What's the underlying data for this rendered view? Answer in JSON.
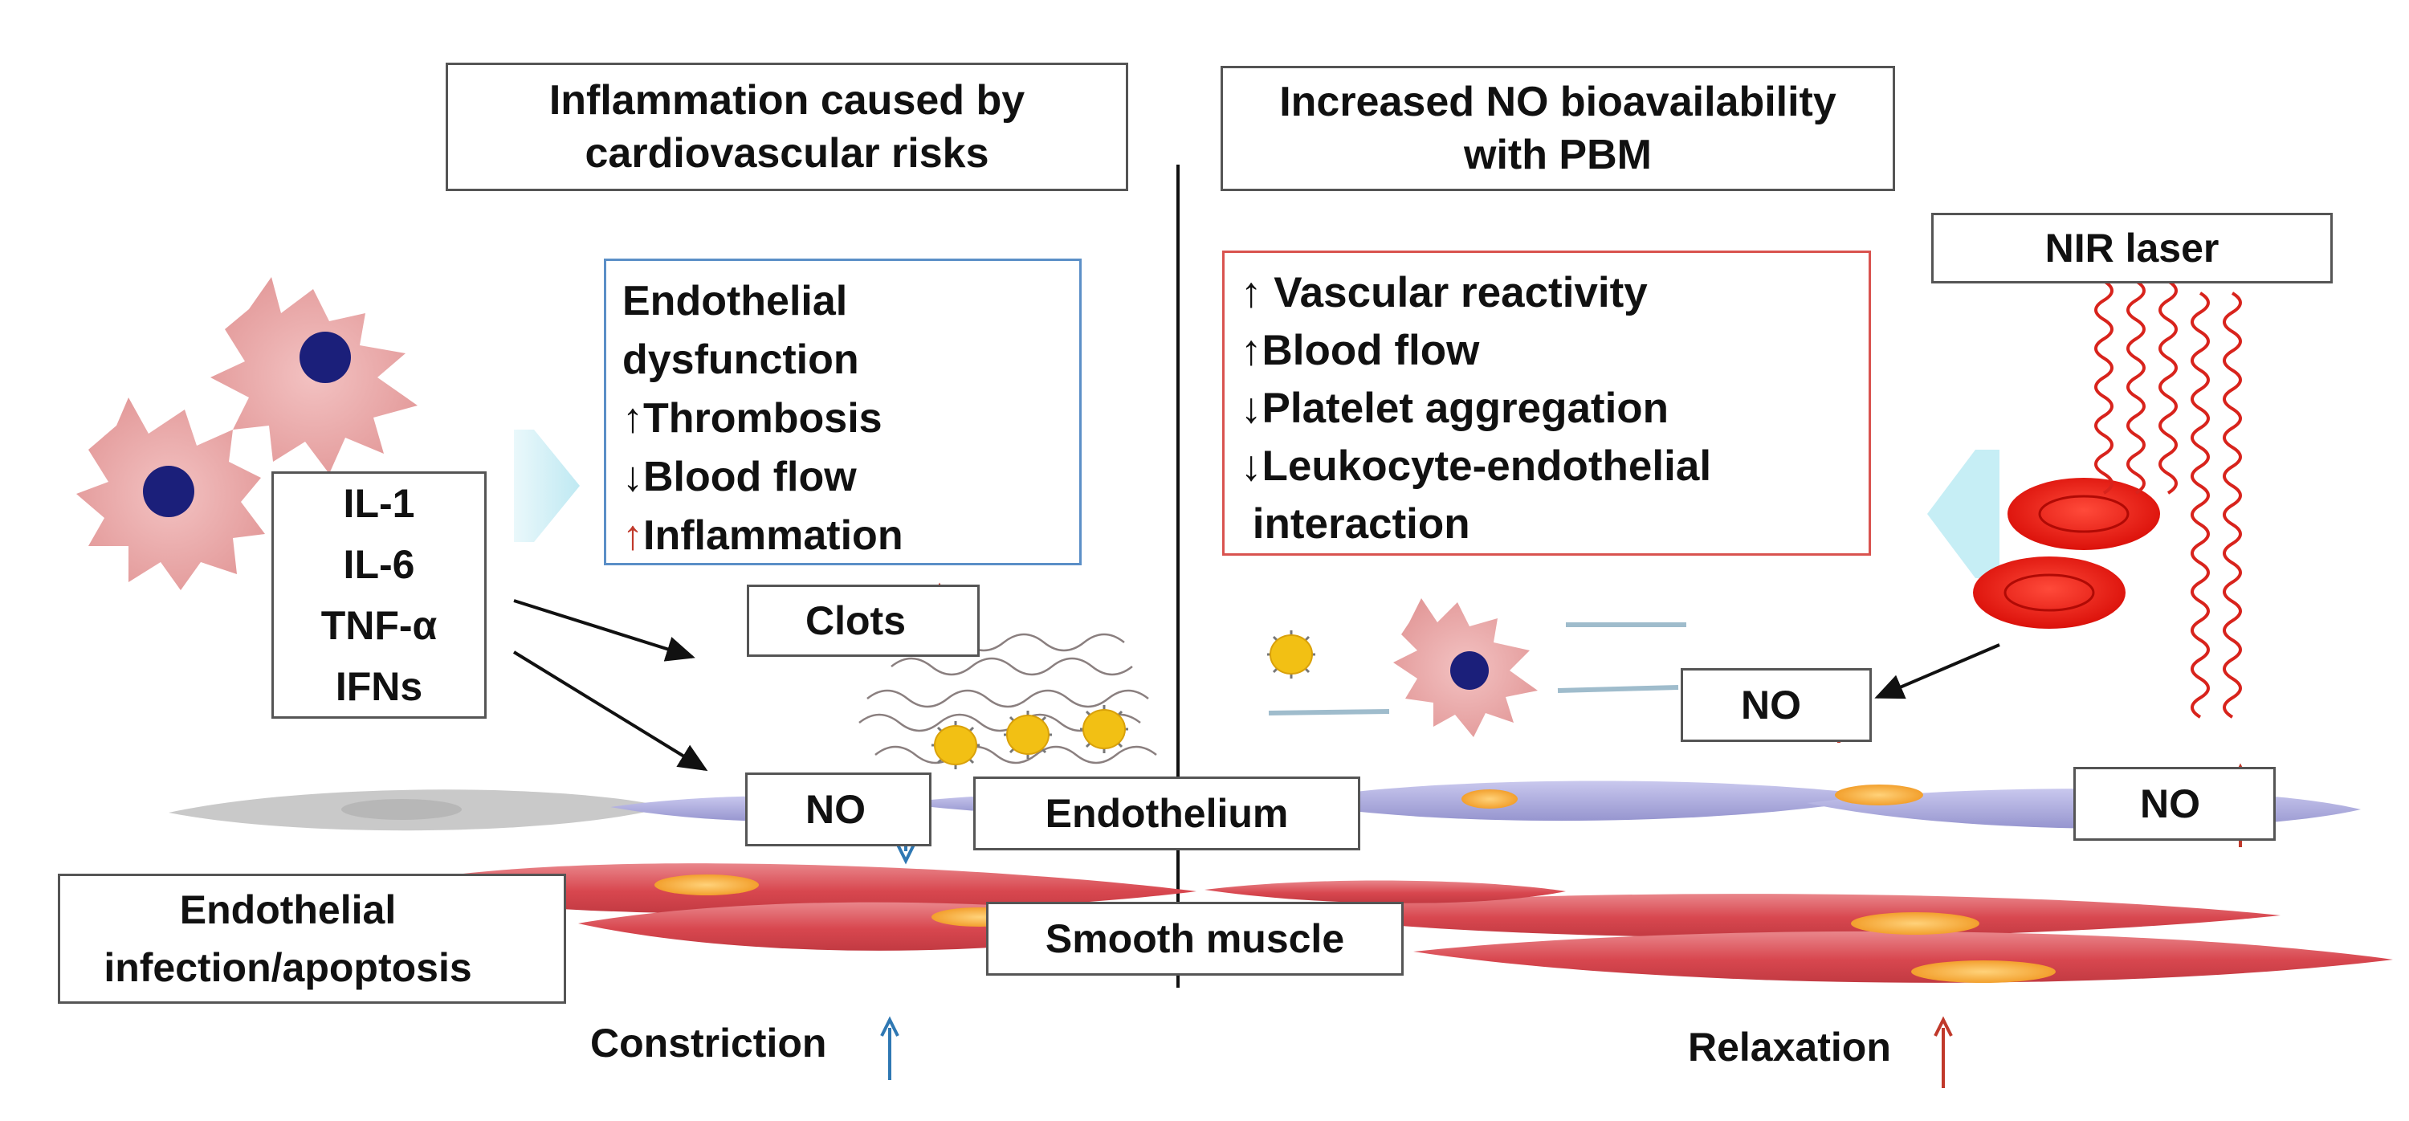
{
  "left_title": [
    "Inflammation caused by",
    "cardiovascular risks"
  ],
  "right_title": [
    "Increased NO bioavailability",
    "with PBM"
  ],
  "cytokines": [
    "IL-1",
    "IL-6",
    "TNF-α",
    "IFNs"
  ],
  "dysfunction_list": [
    {
      "arrow": "",
      "text": "Endothelial"
    },
    {
      "arrow": "",
      "text": "dysfunction"
    },
    {
      "arrow": "↑",
      "text": "Thrombosis"
    },
    {
      "arrow": "↓",
      "text": "Blood flow"
    },
    {
      "arrow": "↑",
      "text": "Inflammation"
    }
  ],
  "pbm_effects": [
    {
      "arrow": "↑",
      "text": " Vascular reactivity"
    },
    {
      "arrow": "↑",
      "text": "Blood flow"
    },
    {
      "arrow": "↓",
      "text": "Platelet aggregation"
    },
    {
      "arrow": "↓",
      "text": "Leukocyte-endothelial"
    },
    {
      "arrow": "",
      "text": " interaction"
    }
  ],
  "nir_laser": "NIR laser",
  "clots": "Clots",
  "no_label": "NO",
  "endothelium": "Endothelium",
  "smooth_muscle": "Smooth muscle",
  "infection": [
    "Endothelial",
    "infection/apoptosis"
  ],
  "constriction": "Constriction",
  "relaxation": "Relaxation",
  "colors": {
    "red_arrow": "#c0392b",
    "blue_arrow": "#2f78b3",
    "cell": "#e9a3a3",
    "nucleus": "#1b1f7a",
    "rbc": "#e8120c",
    "endothelium": "#a9a8d9",
    "muscle": "#d9535a"
  }
}
